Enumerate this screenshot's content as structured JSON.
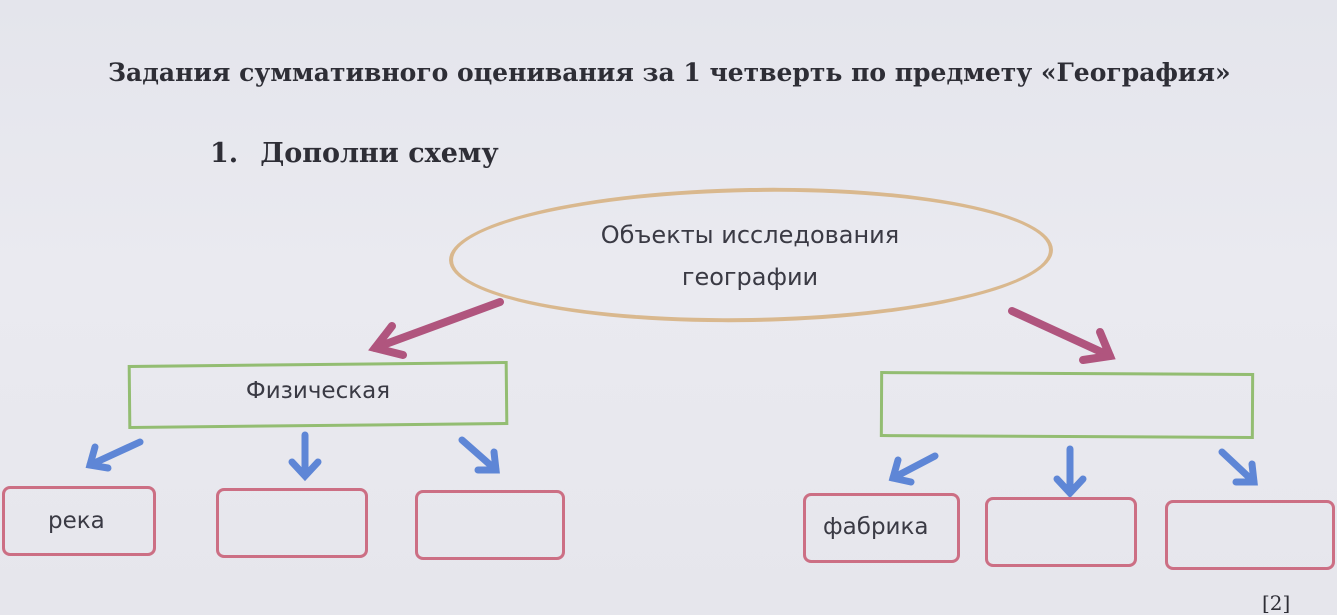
{
  "document": {
    "heading": "Задания суммативного оценивания за 1 четверть по предмету «География»",
    "task_number": "1.",
    "task_text": "Дополни схему"
  },
  "diagram": {
    "root": {
      "line1": "Объекты исследования",
      "line2": "географии"
    },
    "branches": [
      {
        "label": "Физическая",
        "leaves": [
          "река",
          "",
          ""
        ]
      },
      {
        "label": "",
        "leaves": [
          "фабрика",
          "",
          ""
        ]
      }
    ],
    "colors": {
      "ellipse_border": "#d9b88e",
      "box_border_green": "#93bd72",
      "box_border_red": "#cc6f84",
      "arrow_magenta": "#b0557e",
      "arrow_blue": "#5e86d6"
    }
  },
  "score": "[2]"
}
